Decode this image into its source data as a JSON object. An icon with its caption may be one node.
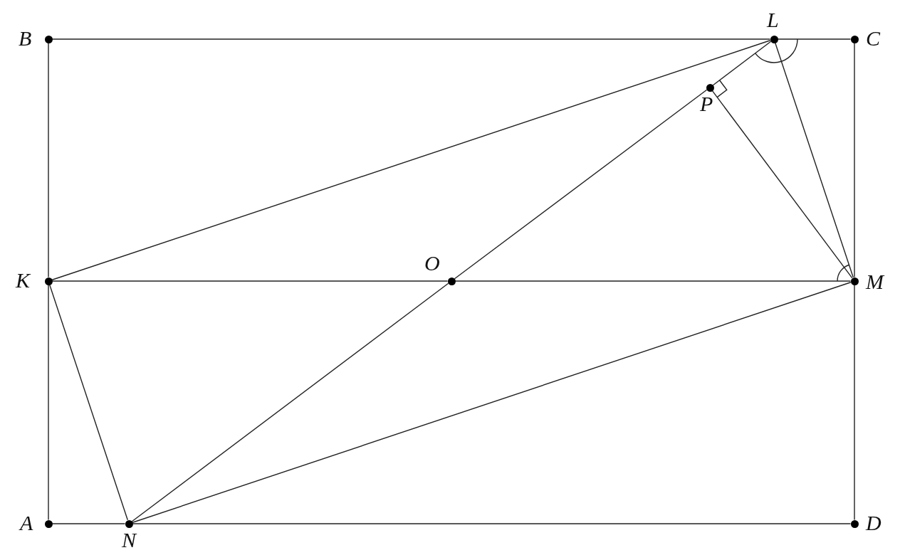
{
  "diagram": {
    "nodes": [
      {
        "text": [
          "B"
        ]
      },
      {
        "text": [
          "L"
        ]
      },
      {
        "text": [
          "C"
        ]
      },
      {
        "text": [
          "P"
        ]
      },
      {
        "text": [
          "K"
        ]
      },
      {
        "text": [
          "O"
        ]
      },
      {
        "text": [
          "M"
        ]
      },
      {
        "text": [
          "A"
        ]
      },
      {
        "text": [
          "N"
        ]
      },
      {
        "text": [
          "D"
        ]
      }
    ],
    "edges": [
      {
        "from": 0,
        "to": 1,
        "arrow": "none"
      },
      {
        "from": 1,
        "to": 2,
        "arrow": "none"
      },
      {
        "from": 2,
        "to": 6,
        "arrow": "none"
      },
      {
        "from": 6,
        "to": 9,
        "arrow": "none"
      },
      {
        "from": 9,
        "to": 8,
        "arrow": "none"
      },
      {
        "from": 8,
        "to": 7,
        "arrow": "none"
      },
      {
        "from": 7,
        "to": 4,
        "arrow": "none"
      },
      {
        "from": 4,
        "to": 0,
        "arrow": "none"
      },
      {
        "from": 4,
        "to": 5,
        "arrow": "none"
      },
      {
        "from": 5,
        "to": 6,
        "arrow": "none"
      },
      {
        "from": 4,
        "to": 1,
        "arrow": "none"
      },
      {
        "from": 1,
        "to": 6,
        "arrow": "none"
      },
      {
        "from": 6,
        "to": 8,
        "arrow": "none"
      },
      {
        "from": 8,
        "to": 4,
        "arrow": "none"
      },
      {
        "from": 8,
        "to": 5,
        "arrow": "none"
      },
      {
        "from": 5,
        "to": 3,
        "arrow": "none"
      },
      {
        "from": 3,
        "to": 1,
        "arrow": "none"
      },
      {
        "from": 3,
        "to": 6,
        "arrow": "none"
      }
    ]
  }
}
